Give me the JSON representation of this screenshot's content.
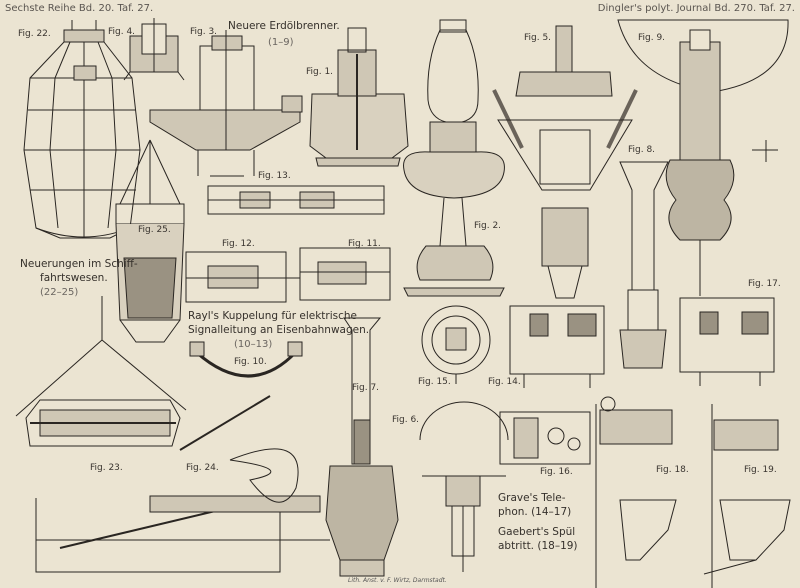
{
  "header": {
    "left": "Sechste Reihe Bd. 20. Taf. 27.",
    "right": "Dingler's polyt. Journal Bd. 270. Taf. 27."
  },
  "captions": {
    "erdoelbrenner": {
      "title": "Neuere Erdölbrenner.",
      "range": "(1–9)"
    },
    "schiffahrt": {
      "line1": "Neuerungen im Schiff-",
      "line2": "fahrtswesen.",
      "range": "(22–25)"
    },
    "rayl": {
      "line1": "Rayl's Kuppelung für elektrische",
      "line2": "Signalleitung an Eisenbahnwagen.",
      "range": "(10–13)"
    },
    "grave": {
      "line1": "Grave's Tele-",
      "line2": "phon. (14–17)"
    },
    "gaebert": {
      "line1": "Gaebert's Spül",
      "line2": "abtritt. (18–19)"
    }
  },
  "figure_labels": {
    "f1": "Fig. 1.",
    "f2": "Fig. 2.",
    "f3": "Fig. 3.",
    "f4": "Fig. 4.",
    "f5": "Fig. 5.",
    "f6": "Fig. 6.",
    "f7": "Fig. 7.",
    "f8": "Fig. 8.",
    "f9": "Fig. 9.",
    "f10": "Fig. 10.",
    "f11": "Fig. 11.",
    "f12": "Fig. 12.",
    "f13": "Fig. 13.",
    "f14": "Fig. 14.",
    "f15": "Fig. 15.",
    "f16": "Fig. 16.",
    "f17": "Fig. 17.",
    "f18": "Fig. 18.",
    "f19": "Fig. 19.",
    "f22": "Fig. 22.",
    "f23": "Fig. 23.",
    "f24": "Fig. 24.",
    "f25": "Fig. 25."
  },
  "imprint": "Lith. Anst. v. F. Wirtz, Darmstadt.",
  "colors": {
    "paper": "#ebe4d2",
    "ink": "#2a2622",
    "wash": "#cfc7b5"
  }
}
